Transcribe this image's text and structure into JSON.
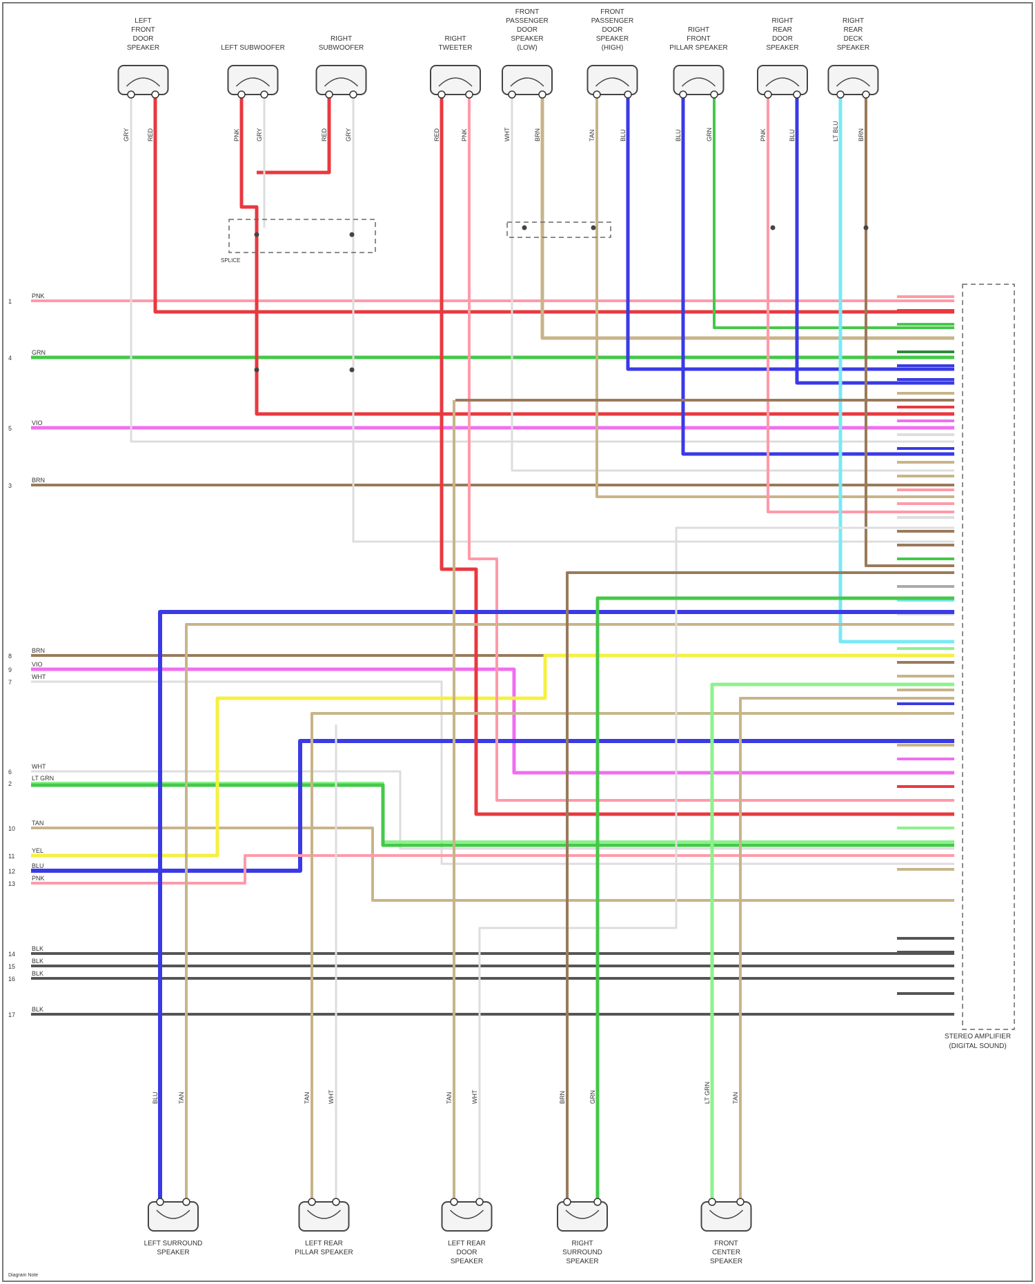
{
  "diagram": {
    "colors": {
      "PNK": "#ff9aa8",
      "RED": "#e8393f",
      "GRN": "#45c84a",
      "LT GRN": "#8cf28c",
      "BLU": "#3a3ae6",
      "LT BLU": "#7ae8f5",
      "VIO": "#f06ef0",
      "TAN": "#c8b48a",
      "BRN": "#9a7a5a",
      "GRY": "#aaaaaa",
      "WHT": "#dddddd",
      "YEL": "#f4f040",
      "BLK": "#555555",
      "DK GRN": "#2e8a3a"
    },
    "top_speakers": [
      {
        "id": "lfd",
        "lines": [
          "LEFT",
          "FRONT",
          "DOOR",
          "SPEAKER"
        ],
        "wires": [
          "GRY",
          "RED"
        ]
      },
      {
        "id": "lsub",
        "lines": [
          "LEFT SUBWOOFER"
        ],
        "wires": [
          "PNK",
          "GRY"
        ]
      },
      {
        "id": "rsub",
        "lines": [
          "RIGHT",
          "SUBWOOFER"
        ],
        "wires": [
          "RED",
          "GRY"
        ]
      },
      {
        "id": "rtw",
        "lines": [
          "RIGHT",
          "TWEETER"
        ],
        "wires": [
          "RED",
          "PNK"
        ]
      },
      {
        "id": "rsm",
        "lines": [
          "FRONT",
          "PASSENGER",
          "DOOR",
          "SPEAKER",
          "(LOW)"
        ],
        "wires": [
          "WHT",
          "BRN"
        ]
      },
      {
        "id": "rsh",
        "lines": [
          "FRONT",
          "PASSENGER",
          "DOOR",
          "SPEAKER",
          "(HIGH)"
        ],
        "wires": [
          "TAN",
          "BLU"
        ]
      },
      {
        "id": "rmp",
        "lines": [
          "RIGHT",
          "FRONT",
          "PILLAR SPEAKER"
        ],
        "wires": [
          "BLU",
          "GRN"
        ]
      },
      {
        "id": "rrd",
        "lines": [
          "RIGHT",
          "REAR",
          "DOOR",
          "SPEAKER"
        ],
        "wires": [
          "PNK",
          "BLU"
        ]
      },
      {
        "id": "rrw",
        "lines": [
          "RIGHT",
          "REAR",
          "DECK",
          "SPEAKER"
        ],
        "wires": [
          "LT BLU",
          "BRN"
        ]
      }
    ],
    "bottom_speakers": [
      {
        "id": "lsur",
        "lines": [
          "LEFT SURROUND",
          "SPEAKER"
        ],
        "wires": [
          "BLU",
          "TAN"
        ]
      },
      {
        "id": "lrp",
        "lines": [
          "LEFT REAR",
          "PILLAR SPEAKER"
        ],
        "wires": [
          "TAN",
          "WHT"
        ]
      },
      {
        "id": "lrd",
        "lines": [
          "LEFT REAR",
          "DOOR",
          "SPEAKER"
        ],
        "wires": [
          "TAN",
          "WHT"
        ]
      },
      {
        "id": "rsur",
        "lines": [
          "RIGHT",
          "SURROUND",
          "SPEAKER"
        ],
        "wires": [
          "BRN",
          "GRN"
        ]
      },
      {
        "id": "ctr",
        "lines": [
          "FRONT",
          "CENTER",
          "SPEAKER"
        ],
        "wires": [
          "LT GRN",
          "TAN"
        ]
      }
    ],
    "left_pins": [
      {
        "num": "1",
        "label": "PNK"
      },
      {
        "num": "4",
        "label": "GRN"
      },
      {
        "num": "5",
        "label": "VIO"
      },
      {
        "num": "3",
        "label": "BRN"
      },
      {
        "num": "8",
        "label": "BRN"
      },
      {
        "num": "9",
        "label": "VIO"
      },
      {
        "num": "7",
        "label": "WHT"
      },
      {
        "num": "6",
        "label": "WHT"
      },
      {
        "num": "2",
        "label": "LT GRN"
      },
      {
        "num": "10",
        "label": "TAN"
      },
      {
        "num": "11",
        "label": "YEL"
      },
      {
        "num": "12",
        "label": "BLU"
      },
      {
        "num": "13",
        "label": "PNK"
      },
      {
        "num": "14",
        "label": "BLK"
      },
      {
        "num": "15",
        "label": "BLK"
      },
      {
        "num": "16",
        "label": "BLK"
      },
      {
        "num": "17",
        "label": "BLK"
      }
    ],
    "splice_label": "SPLICE",
    "amp_label_lines": [
      "STEREO AMPLIFIER",
      "(DIGITAL SOUND)"
    ],
    "footer": "Diagram Note"
  }
}
